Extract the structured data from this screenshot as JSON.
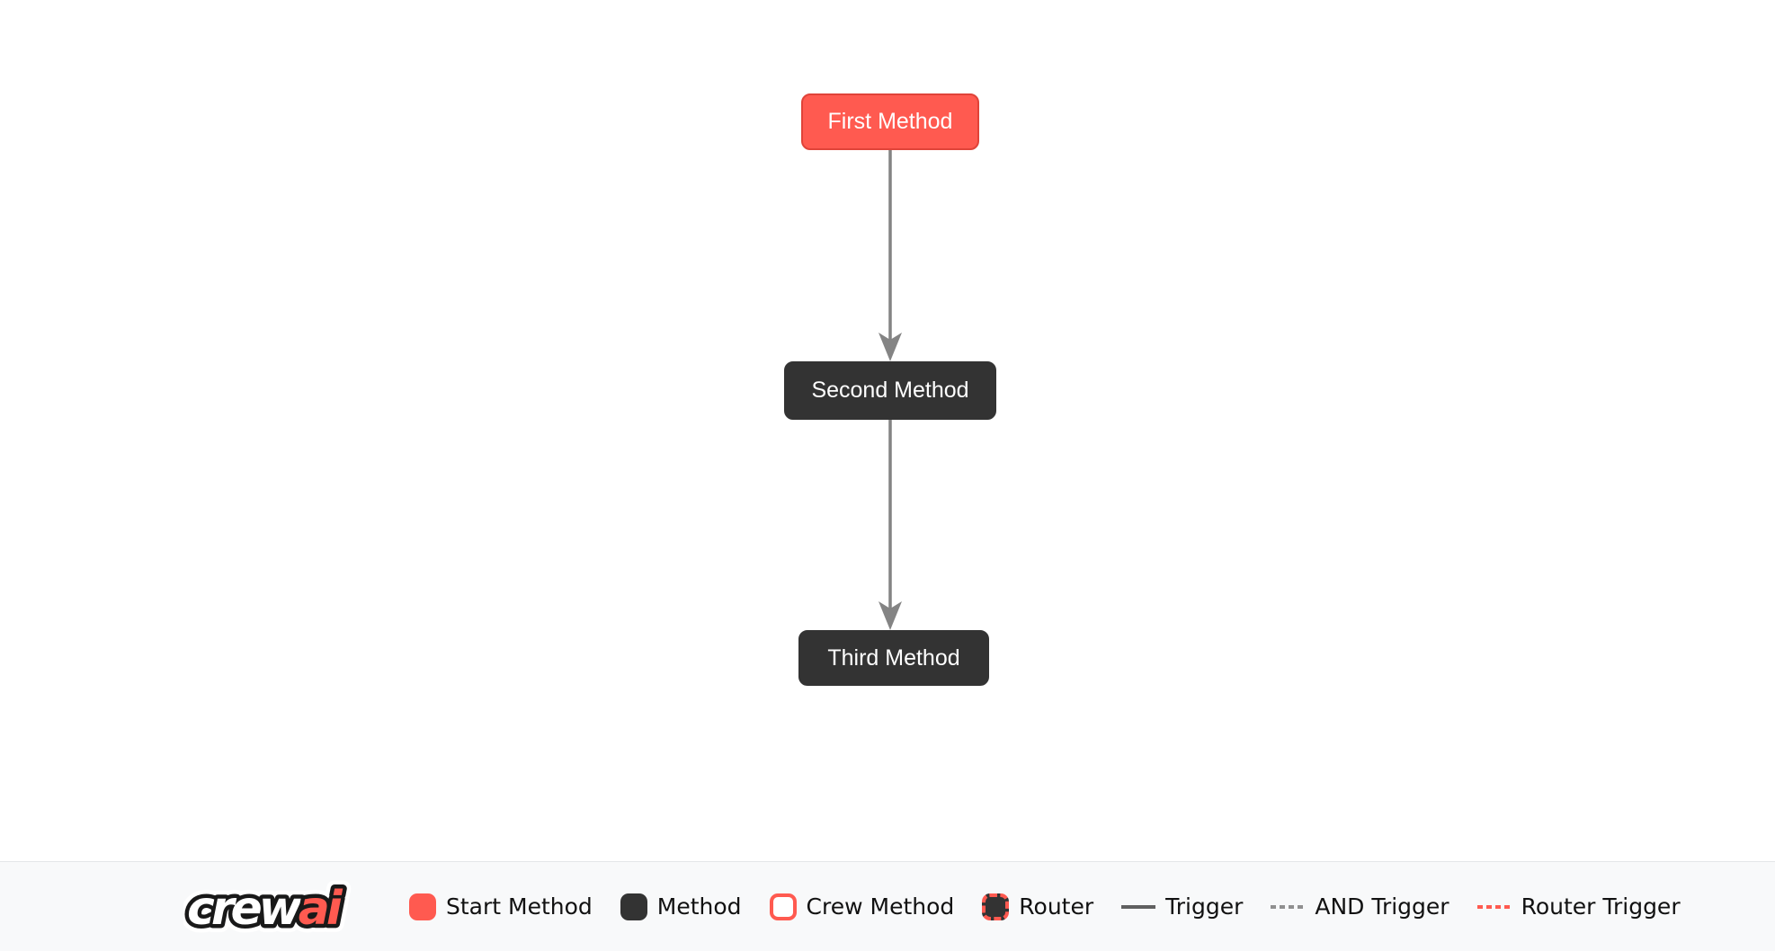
{
  "diagram": {
    "nodes": [
      {
        "id": "first",
        "label": "First Method",
        "type": "start-method"
      },
      {
        "id": "second",
        "label": "Second Method",
        "type": "method"
      },
      {
        "id": "third",
        "label": "Third Method",
        "type": "method"
      }
    ],
    "edges": [
      {
        "from": "first",
        "to": "second",
        "type": "trigger"
      },
      {
        "from": "second",
        "to": "third",
        "type": "trigger"
      }
    ]
  },
  "logo": {
    "part1": "crew",
    "part2": "ai"
  },
  "legend": {
    "items": [
      {
        "label": "Start Method",
        "swatch": "start-method"
      },
      {
        "label": "Method",
        "swatch": "method"
      },
      {
        "label": "Crew Method",
        "swatch": "crew-method"
      },
      {
        "label": "Router",
        "swatch": "router"
      },
      {
        "label": "Trigger",
        "swatch": "trigger-line"
      },
      {
        "label": "AND Trigger",
        "swatch": "and-trigger-line"
      },
      {
        "label": "Router Trigger",
        "swatch": "router-trigger-line"
      }
    ]
  },
  "colors": {
    "start_method_fill": "#FF5A50",
    "start_method_border": "#E04339",
    "method_fill": "#333333",
    "edge": "#848484",
    "legend_bar_bg": "#F8F9FA",
    "trigger_line": "#606060",
    "and_trigger_line": "#909090",
    "router_trigger_line": "#FF5A50",
    "node_text": "#FFFFFF",
    "legend_text": "#111111",
    "logo_ai": "#FF5A50"
  }
}
